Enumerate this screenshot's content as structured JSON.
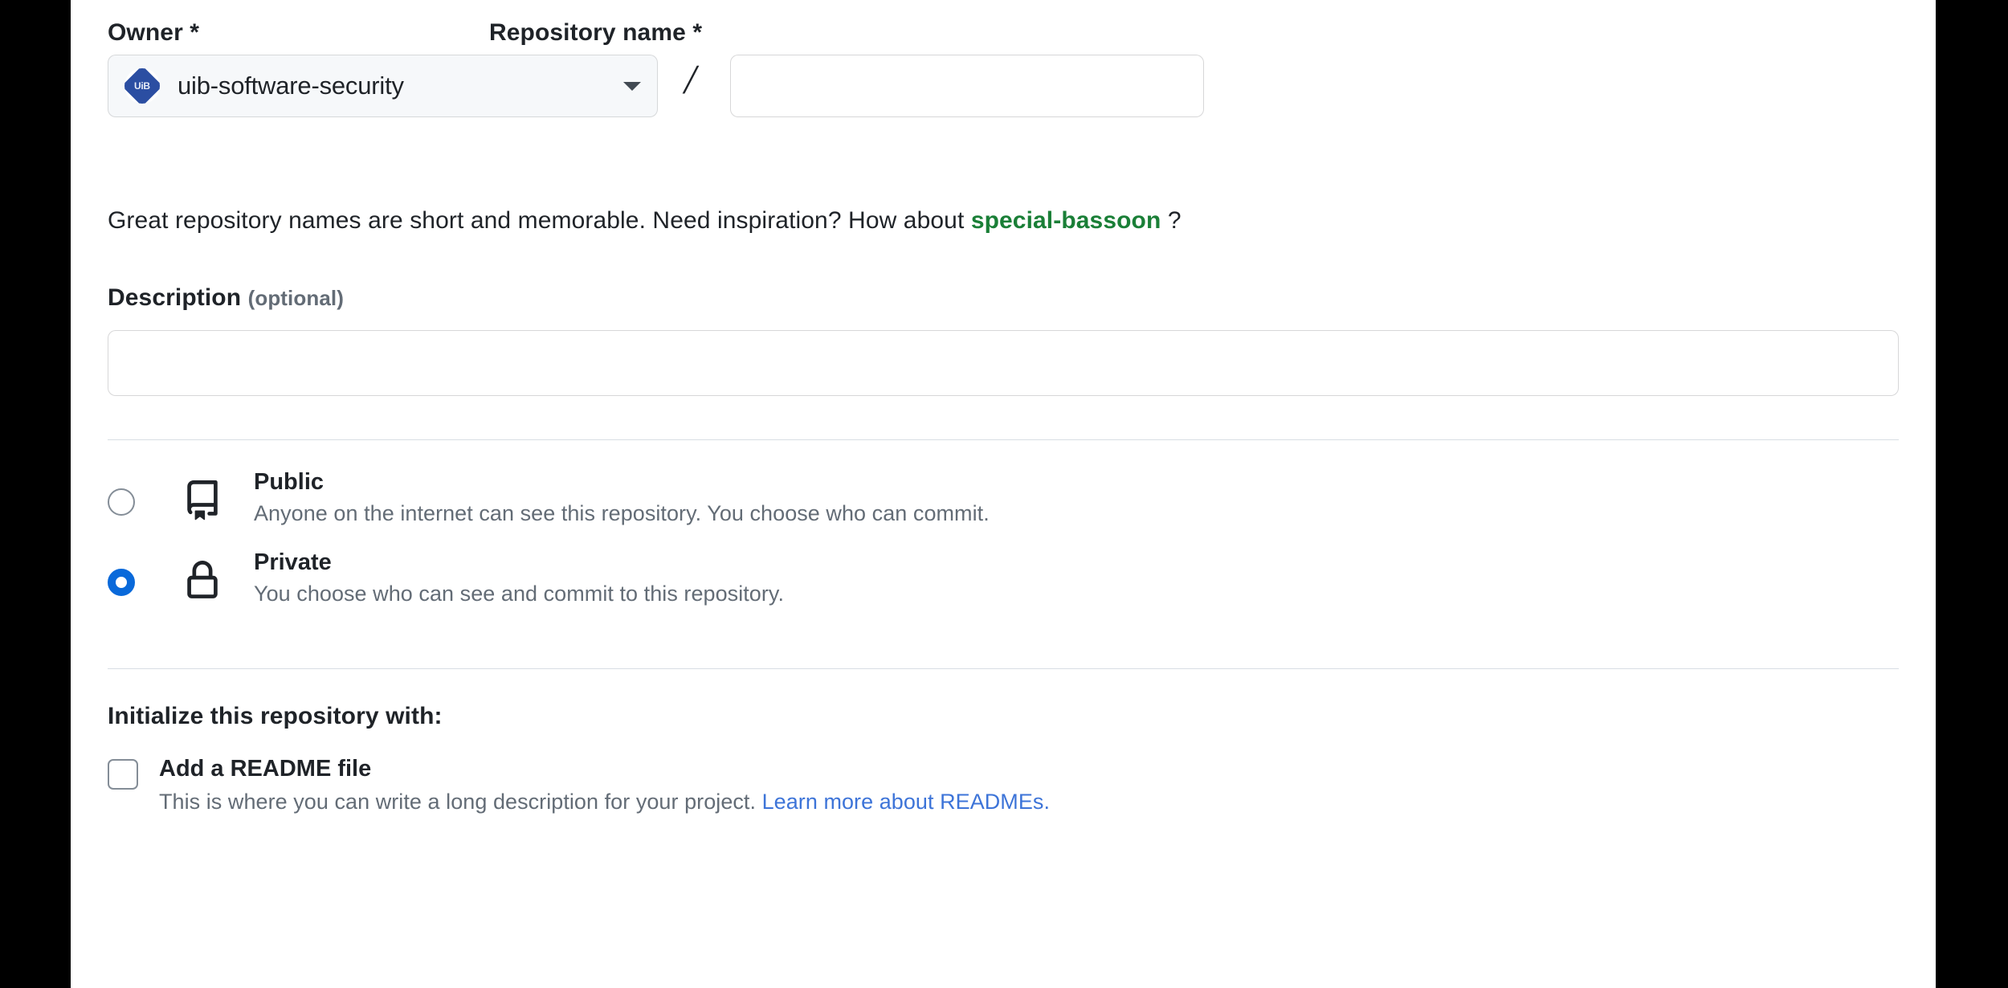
{
  "form": {
    "owner": {
      "label": "Owner *",
      "value": "uib-software-security",
      "avatar_text": "UiB",
      "caret_icon": "chevron-down-icon"
    },
    "separator": "/",
    "repository_name": {
      "label": "Repository name *",
      "value": "",
      "placeholder": ""
    },
    "helper": {
      "prefix": "Great repository names are short and memorable. Need inspiration? How about ",
      "suggestion": "special-bassoon",
      "suffix": " ?"
    },
    "description": {
      "label": "Description",
      "optional": "(optional)",
      "value": "",
      "placeholder": ""
    },
    "visibility": {
      "selected": "private",
      "options": [
        {
          "id": "public",
          "title": "Public",
          "description": "Anyone on the internet can see this repository. You choose who can commit.",
          "icon": "repo-book-icon",
          "checked": false
        },
        {
          "id": "private",
          "title": "Private",
          "description": "You choose who can see and commit to this repository.",
          "icon": "lock-icon",
          "checked": true
        }
      ]
    },
    "initialize": {
      "heading": "Initialize this repository with:",
      "items": [
        {
          "id": "readme",
          "title": "Add a README file",
          "description": "This is where you can write a long description for your project. ",
          "link_text": "Learn more about READMEs.",
          "checked": false
        }
      ]
    }
  },
  "colors": {
    "accent": "#0969da",
    "suggestion_green": "#1a7f37",
    "link_blue": "#3d74d8",
    "text": "#1f2328",
    "muted": "#636c76",
    "border": "#d8dee4",
    "avatar_blue": "#2b4ea2",
    "page_bg": "#ffffff",
    "letterbox": "#000000"
  }
}
